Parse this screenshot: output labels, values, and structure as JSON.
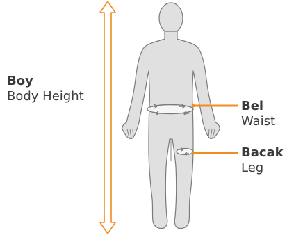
{
  "labels": {
    "height": {
      "main": "Boy",
      "sub": "Body Height"
    },
    "waist": {
      "main": "Bel",
      "sub": "Waist"
    },
    "leg": {
      "main": "Bacak",
      "sub": "Leg"
    }
  },
  "colors": {
    "accent": "#f28c1e",
    "body_fill": "#e0e0e0",
    "body_stroke": "#7a7a7a",
    "text": "#3a3a3a"
  }
}
